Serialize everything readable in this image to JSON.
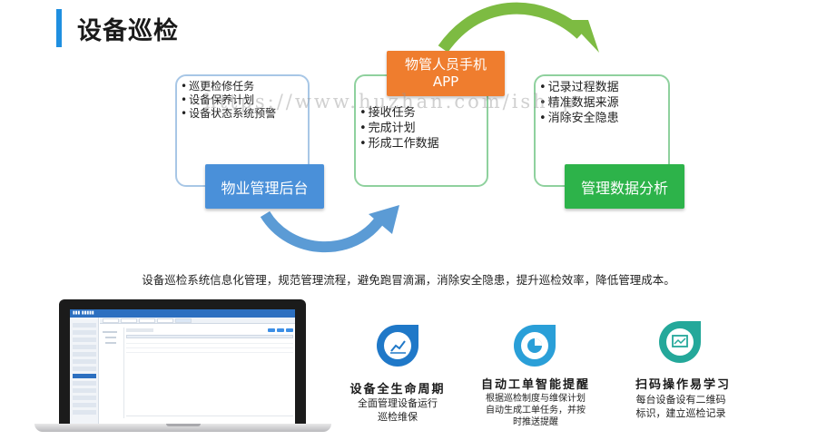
{
  "title": "设备巡检",
  "watermark": "https://www.huzhan.com/ishop",
  "cards": {
    "backend": {
      "items": [
        "巡更检修任务",
        "设备保养计划",
        "设备状态系统预警"
      ],
      "tag": "物业管理后台"
    },
    "app": {
      "tag_line1": "物管人员手机",
      "tag_line2": "APP",
      "items": [
        "接收任务",
        "完成计划",
        "形成工作数据"
      ]
    },
    "analysis": {
      "items": [
        "记录过程数据",
        "精准数据来源",
        "消除安全隐患"
      ],
      "tag": "管理数据分析"
    }
  },
  "summary": "设备巡检系统信息化管理，规范管理流程，避免跑冒滴漏，消除安全隐患，提升巡检效率，降低管理成本。",
  "features": [
    {
      "title": "设备全生命周期",
      "desc_line1": "全面管理设备运行",
      "desc_line2": "巡检维保",
      "icon": "line-chart-icon",
      "color": "#1f78c8"
    },
    {
      "title": "自动工单智能提醒",
      "desc_line1": "根据巡检制度与维保计划",
      "desc_line2": "自动生成工单任务，并按",
      "desc_line3": "时推送提醒",
      "icon": "pie-chart-icon",
      "color": "#2a9fd8"
    },
    {
      "title": "扫码操作易学习",
      "desc_line1": "每台设备设有二维码",
      "desc_line2": "标识，建立巡检记录",
      "icon": "monitor-icon",
      "color": "#24a89a"
    }
  ],
  "colors": {
    "accent_blue": "#1f8fe0",
    "tag_blue": "#4a90d9",
    "tag_orange": "#ef7d2e",
    "tag_green": "#2db34a",
    "arrow_blue": "#5b9bd5",
    "arrow_green": "#7dbb42"
  }
}
